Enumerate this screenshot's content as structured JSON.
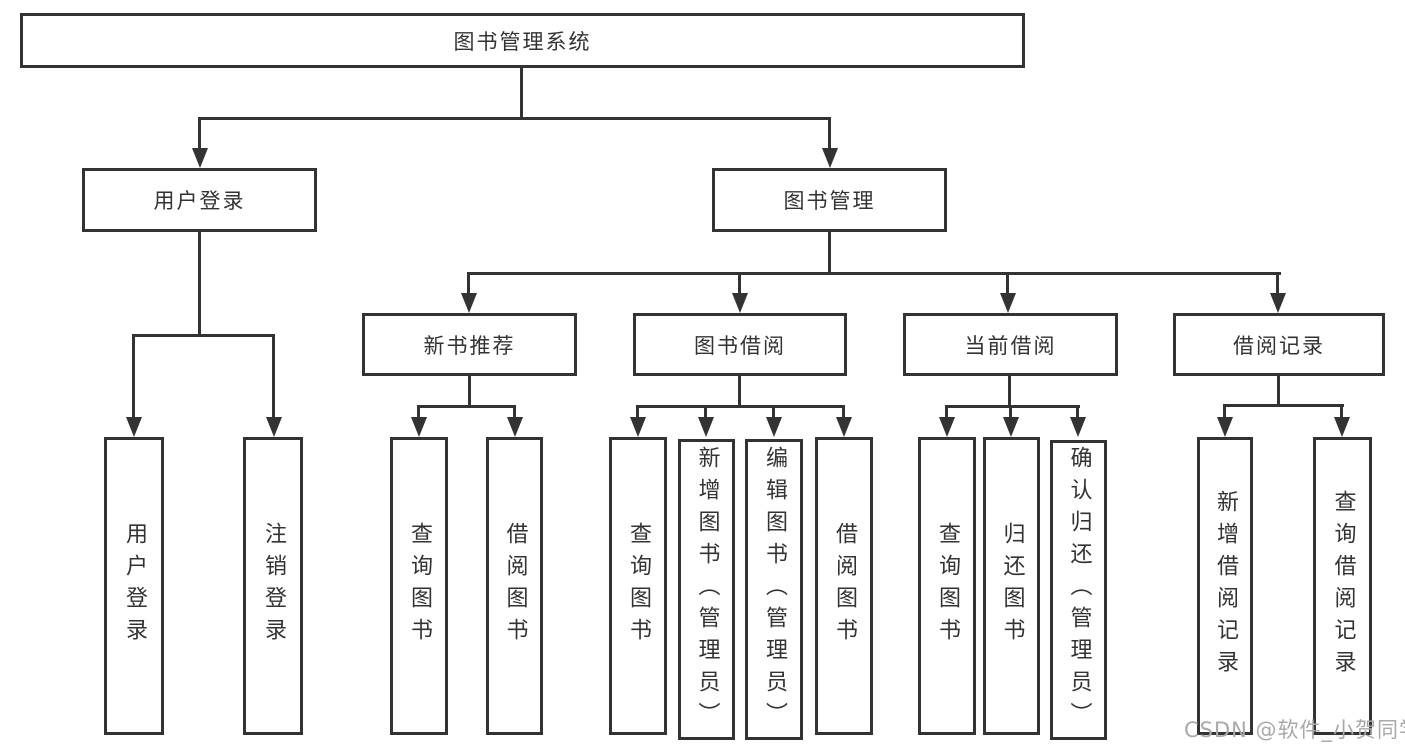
{
  "tree": {
    "root": {
      "label": "图书管理系统"
    },
    "branches": [
      {
        "label": "用户登录",
        "children": [
          {
            "label": "用户登录"
          },
          {
            "label": "注销登录"
          }
        ]
      },
      {
        "label": "图书管理",
        "groups": [
          {
            "label": "新书推荐",
            "children": [
              {
                "label": "查询图书"
              },
              {
                "label": "借阅图书"
              }
            ]
          },
          {
            "label": "图书借阅",
            "children": [
              {
                "label": "查询图书"
              },
              {
                "label": "新增图书（管理员）"
              },
              {
                "label": "编辑图书（管理员）"
              },
              {
                "label": "借阅图书"
              }
            ]
          },
          {
            "label": "当前借阅",
            "children": [
              {
                "label": "查询图书"
              },
              {
                "label": "归还图书"
              },
              {
                "label": "确认归还（管理员）"
              }
            ]
          },
          {
            "label": "借阅记录",
            "children": [
              {
                "label": "新增借阅记录"
              },
              {
                "label": "查询借阅记录"
              }
            ]
          }
        ]
      }
    ]
  },
  "watermark": {
    "text": "CSDN @软件_小贺同学"
  },
  "colors": {
    "line": "#333333",
    "text": "#333333",
    "watermark": "#a9a9a9",
    "background": "#ffffff"
  }
}
